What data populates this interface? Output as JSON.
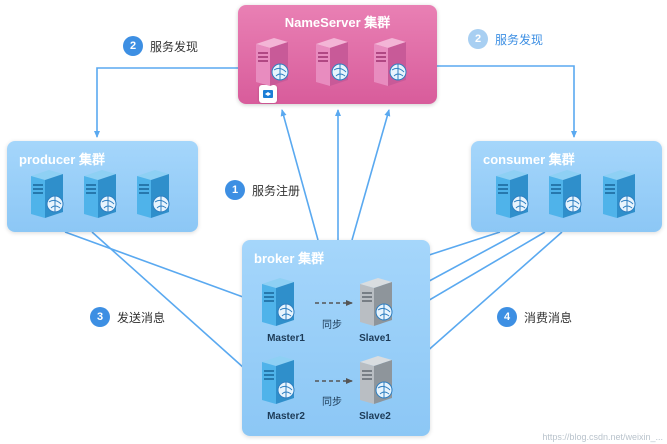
{
  "clusters": {
    "nameserver": "NameServer 集群",
    "producer": "producer 集群",
    "consumer": "consumer 集群",
    "broker": "broker 集群"
  },
  "broker_nodes": {
    "master1": "Master1",
    "slave1": "Slave1",
    "master2": "Master2",
    "slave2": "Slave2",
    "sync1": "同步",
    "sync2": "同步"
  },
  "steps": {
    "register": {
      "num": "1",
      "label": "服务注册"
    },
    "discover_left": {
      "num": "2",
      "label": "服务发现"
    },
    "discover_right": {
      "num": "2",
      "label": "服务发现"
    },
    "send": {
      "num": "3",
      "label": "发送消息"
    },
    "consume": {
      "num": "4",
      "label": "消费消息"
    }
  },
  "colors": {
    "nameserver": "#dc6aa4",
    "cluster_blue": "#98cdf7",
    "arrow": "#5aa9f0",
    "step_badge": "#3d8fe3"
  },
  "watermark": "https://blog.csdn.net/weixin_..."
}
